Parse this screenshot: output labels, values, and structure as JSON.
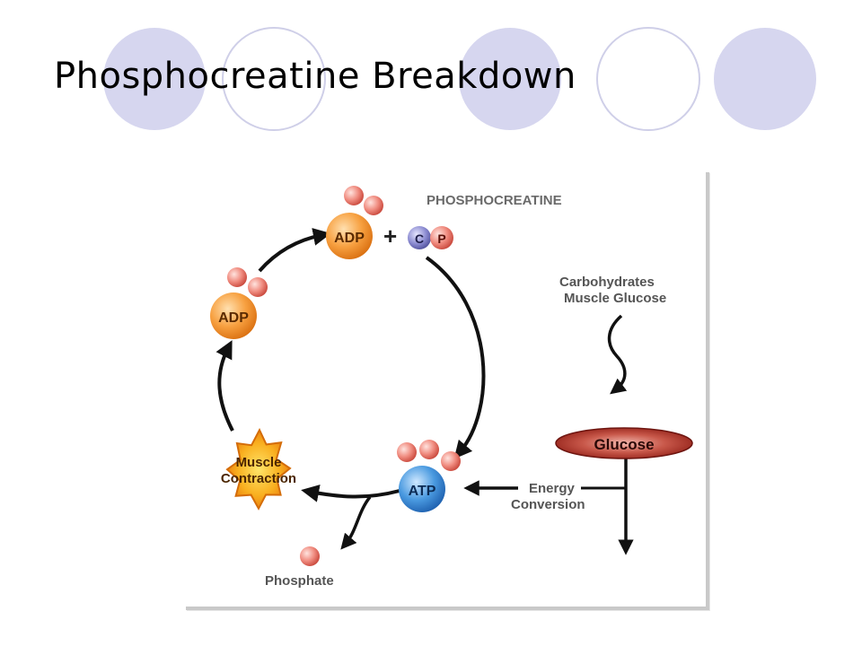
{
  "slide": {
    "title": "Phosphocreatine Breakdown"
  },
  "diagram": {
    "nodes": {
      "adp_top": "ADP",
      "adp_left": "ADP",
      "atp": "ATP",
      "creatine": "C",
      "phosphate_group": "P",
      "plus": "+",
      "glucose": "Glucose"
    },
    "labels": {
      "phosphocreatine": "PHOSPHOCREATINE",
      "carbs_line1": "Carbohydrates",
      "carbs_line2": "Muscle Glucose",
      "energy_line1": "Energy",
      "energy_line2": "Conversion",
      "muscle_line1": "Muscle",
      "muscle_line2": "Contraction",
      "phosphate": "Phosphate"
    }
  },
  "colors": {
    "deco_fill": "#d6d6ef",
    "deco_stroke": "#cfcfe8",
    "phosphate": "#ee7f72",
    "adp": "#f59a2e",
    "atp": "#3d8fd6",
    "creatine": "#8080c4",
    "glucose": "#a3261e",
    "burst": "#f9a51b"
  }
}
